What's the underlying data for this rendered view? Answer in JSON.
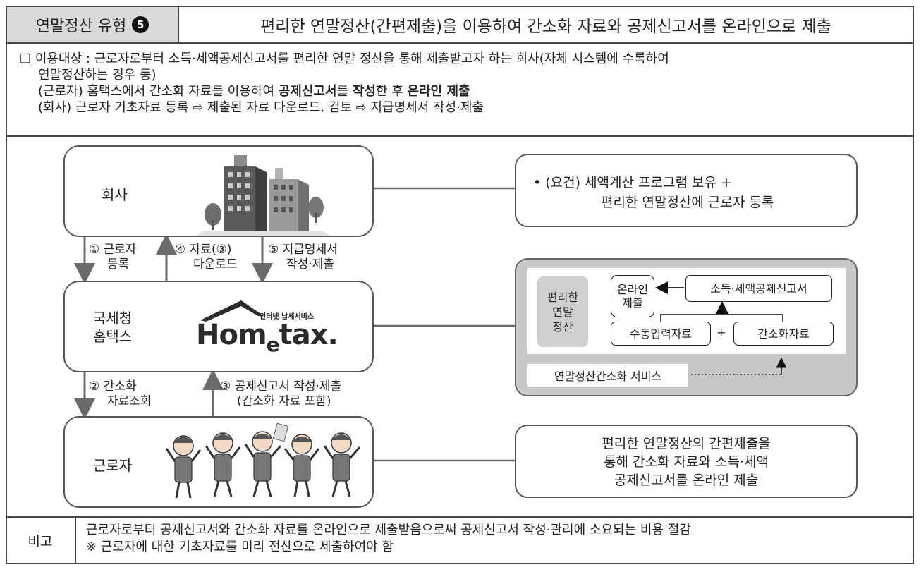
{
  "header": {
    "type_label": "연말정산 유형",
    "type_number": "5",
    "title": "편리한 연말정산(간편제출)을 이용하여 간소화 자료와 공제신고서를 온라인으로 제출"
  },
  "info": {
    "bullet": "❑",
    "line1": "이용대상 : 근로자로부터 소득·세액공제신고서를 편리한 연말 정산을 통해 제출받고자 하는 회사(자체 시스템에 수록하여",
    "line2": "연말정산하는 경우 등)",
    "line3_pre": "(근로자) 홈택스에서 간소화 자료를 이용하여 ",
    "line3_b1": "공제신고서",
    "line3_mid1": "를 ",
    "line3_b2": "작성",
    "line3_mid2": "한 후 ",
    "line3_b3": "온라인 제출",
    "line4": "(회사) 근로자 기초자료 등록 ⇨ 제출된 자료 다운로드, 검토 ⇨ 지급명세서 작성·제출"
  },
  "nodes": {
    "company": "회사",
    "nts_line1": "국세청",
    "nts_line2": "홈택스",
    "worker": "근로자"
  },
  "hometax": {
    "tagline": "인터넷 납세서비스",
    "logo_text_a": "Hom",
    "logo_text_e": "e",
    "logo_text_b": "tax."
  },
  "flows": {
    "f1_a": "① 근로자",
    "f1_b": "등록",
    "f4_a": "④ 자료(③)",
    "f4_b": "다운로드",
    "f5_a": "⑤ 지급명세서",
    "f5_b": "작성·제출",
    "f2_a": "② 간소화",
    "f2_b": "자료조회",
    "f3_a": "③ 공제신고서 작성·제출",
    "f3_b": "(간소화 자료 포함)"
  },
  "callouts": {
    "req_a": "• (요건) 세액계산 프로그램 보유 +",
    "req_b": "편리한 연말정산에 근로자 등록",
    "bottom_a": "편리한 연말정산의 간편제출을",
    "bottom_b": "통해 간소화 자료와 소득·세액",
    "bottom_c": "공제신고서를 온라인 제출"
  },
  "panel": {
    "side_a": "편리한",
    "side_b": "연말",
    "side_c": "정산",
    "online_a": "온라인",
    "online_b": "제출",
    "form": "소득·세액공제신고서",
    "manual": "수동입력자료",
    "plus": "+",
    "simple": "간소화자료",
    "service": "연말정산간소화 서비스"
  },
  "footer": {
    "label": "비고",
    "line1": "근로자로부터 공제신고서와 간소화 자료를 온라인으로 제출받음으로써 공제신고서 작성·관리에 소요되는 비용 절감",
    "line2": "※ 근로자에 대한 기초자료를 미리 전산으로 제출하여야 함"
  },
  "colors": {
    "border": "#555555",
    "header_fill": "#d9d9d9",
    "panel_fill": "#c8c8c8",
    "arrow": "#6b6b6b"
  }
}
